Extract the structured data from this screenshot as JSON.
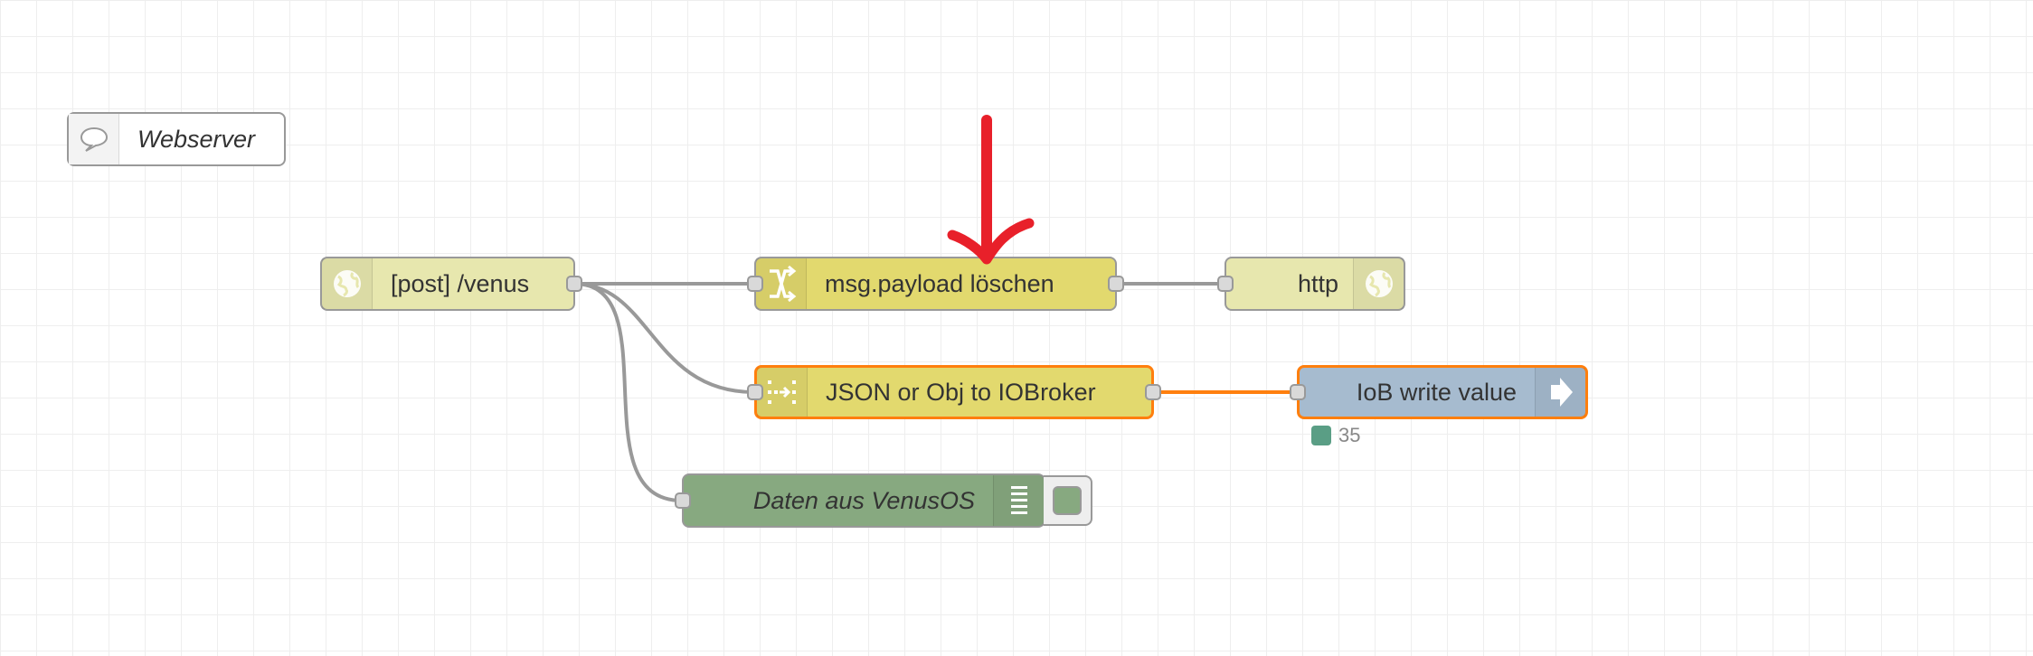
{
  "flow": {
    "comment": {
      "label": "Webserver",
      "icon": "comment-icon"
    },
    "nodes": {
      "http_in": {
        "label": "[post] /venus",
        "icon": "globe-icon",
        "color": "#e7e7ae"
      },
      "change": {
        "label": "msg.payload löschen",
        "icon": "shuffle-icon",
        "color": "#e2d96e"
      },
      "http_response": {
        "label": "http",
        "icon": "globe-icon",
        "color": "#e7e7ae"
      },
      "json_to_iobroker": {
        "label": "JSON or Obj to IOBroker",
        "icon": "function-icon",
        "color": "#e2d96e"
      },
      "iob_write": {
        "label": "IoB write value",
        "icon": "arrow-out-icon",
        "color": "#a6bbcf",
        "status_text": "35",
        "status_color": "#5a9e85"
      },
      "debug": {
        "label": "Daten aus VenusOS",
        "icon": "debug-list-icon",
        "color": "#87a980"
      }
    },
    "selection_color": "#ff7f0e",
    "annotation_color": "#e8202a"
  }
}
